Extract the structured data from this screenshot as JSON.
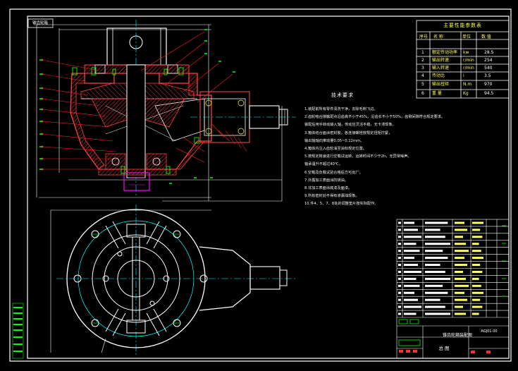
{
  "drawing": {
    "tag": "锥齿轮箱",
    "title": "锥齿轮箱装配图",
    "code": "AGJ01-00",
    "sheet": "总 图"
  },
  "params_table": {
    "caption": "主要性能参数表",
    "headers": [
      "序号",
      "名 称",
      "单位",
      "数 值"
    ],
    "rows": [
      {
        "no": "1",
        "name": "额定传动功率",
        "unit": "kw",
        "value": "28.5"
      },
      {
        "no": "2",
        "name": "输出转速",
        "unit": "r/min",
        "value": "254"
      },
      {
        "no": "3",
        "name": "输入转速",
        "unit": "r/min",
        "value": "540"
      },
      {
        "no": "4",
        "name": "传动比",
        "unit": "i",
        "value": "3.5"
      },
      {
        "no": "5",
        "name": "输出扭矩",
        "unit": "N.m",
        "value": "970"
      },
      {
        "no": "6",
        "name": "重 量",
        "unit": "Kg",
        "value": "94.5"
      }
    ]
  },
  "tech_requirements": {
    "title": "技术要求",
    "lines": [
      "1.装配前所有零件清洗干净，去除毛刺飞边。",
      "2.齿轮啮合接触斑点沿齿高不小于45%，沿齿长不小于50%，齿侧间隙符合规定要求。",
      "  装配后用手转动输入轴，传动应灵活平稳，无卡滞现象。",
      "3.箱体结合面涂密封胶，各连接螺栓按规定扭矩拧紧，",
      "  输出轴轴向窜动量0.05~0.12mm。",
      "4.箱体内注入齿轮油至油标规定位置。",
      "5.按规定转速进行空载试运转，运转时间不少于2h，无异常噪声。",
      "  轴承温升不超过40℃。",
      "6.空载及负载试验合格后方可出厂。",
      "7.外露加工表面涂防锈油。",
      "8.非加工表面涂底漆及面漆。",
      "9.所有密封处不得有渗漏油现象。",
      "10.件4、5、7、8处的调整垫片按实际配作。"
    ]
  },
  "parts_list": {
    "rows": 14
  },
  "colors": {
    "background": "#000000",
    "frame": "#ffffff",
    "casing": "#ff4040",
    "gear_hatch": "#ff3333",
    "shaft": "#ffffff",
    "leader": "#ff2020",
    "centerline": "#00ffff",
    "dimension": "#ffffff",
    "bolt": "#00ff00",
    "text_yellow": "#ffff55",
    "green_block": "#00cc00",
    "magenta": "#ff00ff"
  }
}
